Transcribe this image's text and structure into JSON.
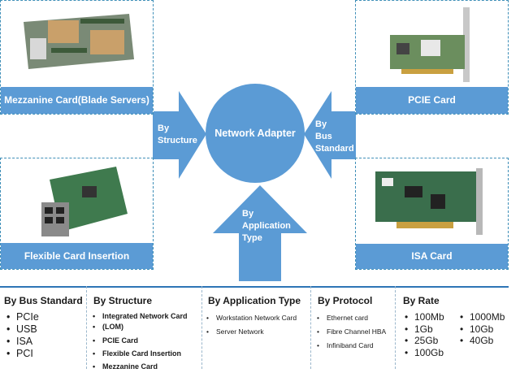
{
  "center": {
    "label": "Network Adapter"
  },
  "arrows": {
    "structure": [
      "By",
      "Structure"
    ],
    "bus_standard": [
      "By",
      "Bus",
      "Standard"
    ],
    "application_type": [
      "By",
      "Application",
      "Type"
    ]
  },
  "cards": {
    "mezzanine": "Mezzanine Card(Blade Servers)",
    "pcie": "PCIE Card",
    "flexible": "Flexible Card Insertion",
    "isa": "ISA Card"
  },
  "categories": {
    "bus_standard": {
      "title": "By Bus Standard",
      "items": [
        "PCIe",
        "USB",
        "ISA",
        "PCI"
      ]
    },
    "structure": {
      "title": "By Structure",
      "items": [
        "Integrated Network Card",
        "(LOM)",
        "PCIE Card",
        "Flexible Card Insertion",
        "Mezzanine Card"
      ]
    },
    "application_type": {
      "title": "By Application Type",
      "items": [
        "Workstation Network Card",
        "Server Network"
      ]
    },
    "protocol": {
      "title": "By Protocol",
      "items": [
        "Ethernet card",
        "Fibre Channel HBA",
        "Infiniband Card"
      ]
    },
    "rate": {
      "title": "By Rate",
      "items_left": [
        "100Mb",
        "1Gb",
        "25Gb",
        "100Gb"
      ],
      "items_right": [
        "1000Mb",
        "10Gb",
        "40Gb"
      ]
    }
  },
  "colors": {
    "accent": "#5b9bd5",
    "border": "#3f8fb8",
    "divider": "#2e75b6"
  }
}
